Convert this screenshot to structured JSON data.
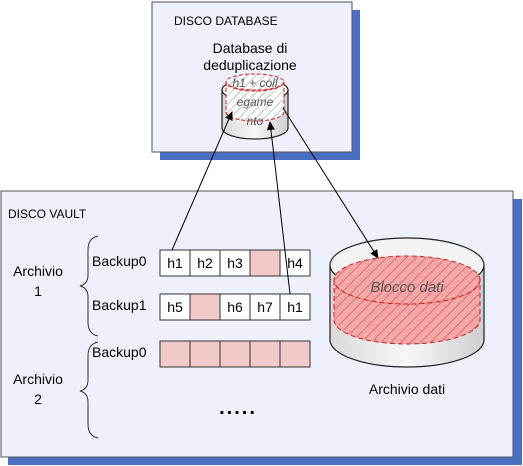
{
  "database_disk": {
    "title": "DISCO DATABASE",
    "db_label_line1": "Database di",
    "db_label_line2": "deduplicazione",
    "cylinder_text": [
      "h1 + coll",
      "egame",
      "nto"
    ]
  },
  "vault_disk": {
    "title": "DISCO VAULT",
    "archives": [
      {
        "label_line1": "Archivio",
        "label_line2": "1",
        "backups": [
          {
            "label": "Backup0",
            "cells": [
              "h1",
              "h2",
              "h3",
              "",
              "h4"
            ]
          },
          {
            "label": "Backup1",
            "cells": [
              "h5",
              "",
              "h6",
              "h7",
              "h1"
            ]
          }
        ]
      },
      {
        "label_line1": "Archivio",
        "label_line2": "2",
        "backups": [
          {
            "label": "Backup0",
            "cells": [
              "",
              "",
              "",
              "",
              ""
            ]
          }
        ],
        "ellipsis": "....."
      }
    ],
    "storage": {
      "inner_label": "Blocco dati",
      "caption": "Archivio dati"
    }
  },
  "colors": {
    "panel_fill": "#eef0fb",
    "panel_shadow": "#4a6ec0",
    "highlight_cell": "#f2c9c9",
    "hatch_red": "#e02020"
  }
}
